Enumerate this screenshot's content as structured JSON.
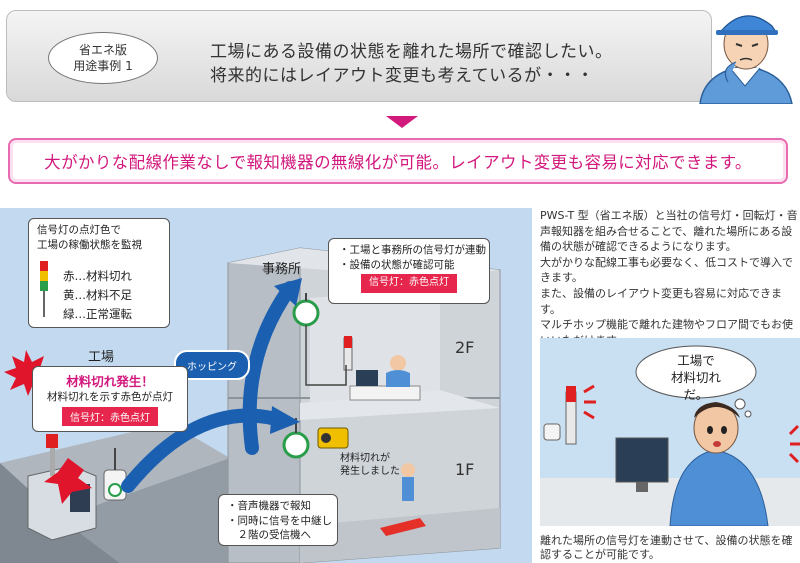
{
  "header": {
    "badge_line1": "省エネ版",
    "badge_line2": "用途事例 1",
    "question_line1": "工場にある設備の状態を離れた場所で確認したい。",
    "question_line2": "将来的にはレイアウト変更も考えているが・・・"
  },
  "answer": "大がかりな配線作業なしで報知機器の無線化が可能。レイアウト変更も容易に対応できます。",
  "scene": {
    "legend": {
      "line1": "信号灯の点灯色で",
      "line2": "工場の稼働状態を監視",
      "red": "赤…材料切れ",
      "yellow": "黄…材料不足",
      "green": "緑…正常運転"
    },
    "factory_label": "工場",
    "office_label": "事務所",
    "floor_2f": "2F",
    "floor_1f": "1F",
    "hopping": "ホッピング",
    "alert": {
      "title": "材料切れ発生！",
      "text": "材料切れを示す赤色が点灯",
      "tag": "信号灯：赤色点灯"
    },
    "office_bubble": {
      "line1": "・工場と事務所の信号灯が連動",
      "line2": "・設備の状態が確認可能",
      "tag": "信号灯：赤色点灯"
    },
    "speaker_text_line1": "材料切れが",
    "speaker_text_line2": "発生しました",
    "bottom_bubble": {
      "line1": "・音声機器で報知",
      "line2": "・同時に信号を中継し",
      "line3": "　２階の受信機へ"
    }
  },
  "description": {
    "p1": "PWS-T 型（省エネ版）と当社の信号灯・回転灯・音声報知器を組み合せることで、離れた場所にある設備の状態が確認できるようになります。",
    "p2": "大がかりな配線工事も必要なく、低コストで導入できます。",
    "p3": "また、設備のレイアウト変更も容易に対応できます。",
    "p4": "マルチホップ機能で離れた建物やフロア間でもお使いいただけます。"
  },
  "illustration": {
    "thought_line1": "工場で",
    "thought_line2": "材料切れだ。"
  },
  "caption": "離れた場所の信号灯を連動させて、設備の状態を確認することが可能です。",
  "colors": {
    "accent_pink": "#d2187d",
    "tag_red": "#e6264c",
    "arrow_blue": "#1b5fb0",
    "background_blue": "#c2d9ef"
  }
}
